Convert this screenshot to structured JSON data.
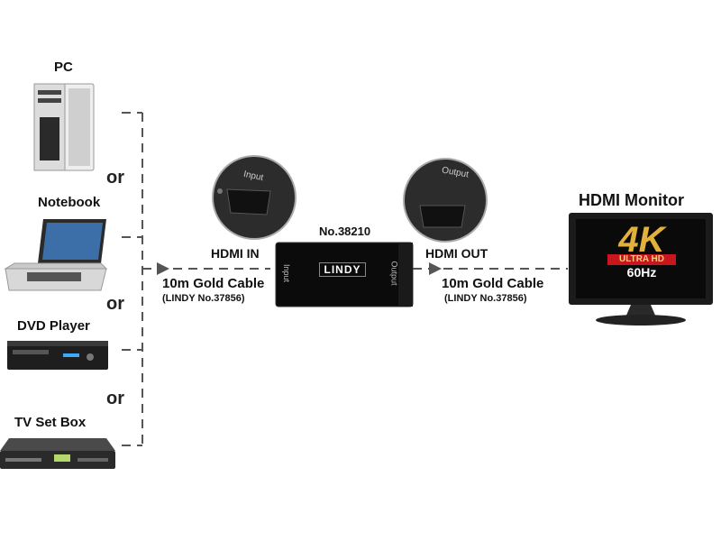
{
  "sources": {
    "pc": "PC",
    "notebook": "Notebook",
    "dvd": "DVD Player",
    "tv_box": "TV Set Box",
    "or": "or"
  },
  "device": {
    "model": "No.38210",
    "brand": "LINDY",
    "input_label": "Input",
    "output_label": "Output",
    "hdmi_in": "HDMI IN",
    "hdmi_out": "HDMI OUT"
  },
  "cables": {
    "left_title": "10m Gold Cable",
    "left_sub": "(LINDY No.37856)",
    "right_title": "10m Gold Cable",
    "right_sub": "(LINDY No.37856)"
  },
  "monitor": {
    "title": "HDMI Monitor",
    "badge_main": "4K",
    "badge_band": "ULTRA HD",
    "badge_hz": "60Hz"
  },
  "colors": {
    "dash": "#555555",
    "device_body": "#0b0b0b",
    "badge_gold": "#e2b13c",
    "badge_red": "#c8161d"
  }
}
